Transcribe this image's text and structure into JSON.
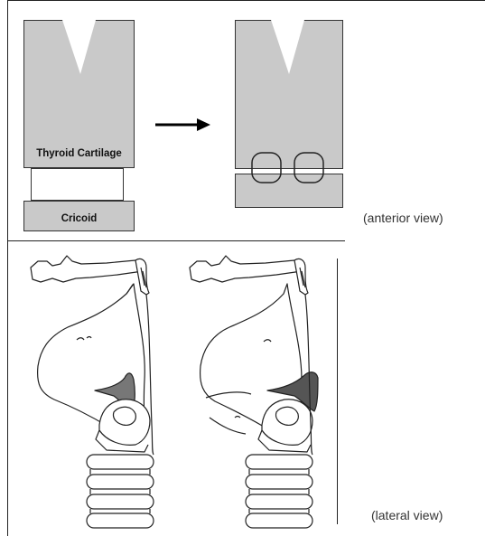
{
  "anterior": {
    "thyroid_label": "Thyroid Cartilage",
    "cricoid_label": "Cricoid",
    "caption": "(anterior view)"
  },
  "lateral": {
    "caption": "(lateral view)"
  },
  "colors": {
    "cartilage_fill": "#c9c9c9",
    "outline": "#333333",
    "line": "#222222"
  }
}
